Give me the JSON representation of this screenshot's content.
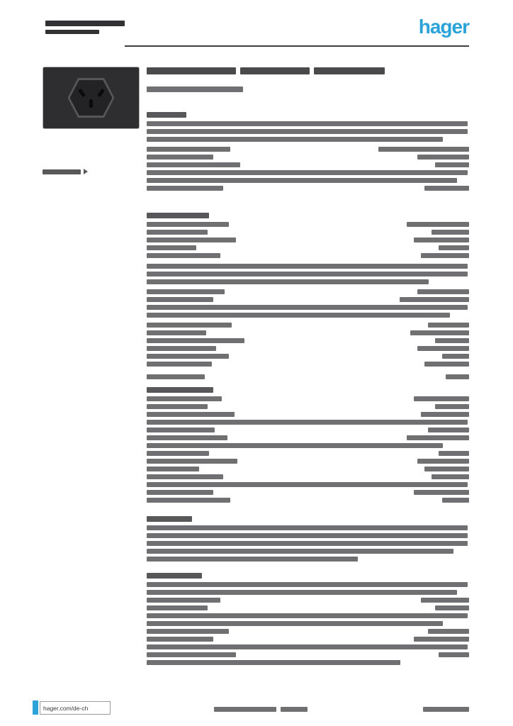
{
  "brand": {
    "logo_text": "hager",
    "logo_color": "#2BA3D8"
  },
  "footer": {
    "website": "hager.com/de-ch"
  },
  "product_image": {
    "alt": "Black Swiss socket outlet (hexagonal recess, three pin holes)"
  },
  "tones": {
    "ink": "#323234",
    "title": "#4a4a4c",
    "dark": "#58585a",
    "mid": "#707072"
  },
  "redacted_bars": [
    [
      64,
      29,
      112,
      8,
      "ink"
    ],
    [
      64,
      42,
      76,
      6,
      "ink"
    ],
    [
      207,
      95,
      126,
      10,
      "title"
    ],
    [
      339,
      95,
      98,
      10,
      "title"
    ],
    [
      443,
      95,
      100,
      10,
      "title"
    ],
    [
      207,
      122,
      136,
      8,
      "mid"
    ],
    [
      207,
      158,
      56,
      8,
      "dark"
    ],
    [
      207,
      171,
      453,
      7,
      "mid"
    ],
    [
      207,
      182,
      453,
      7,
      "mid"
    ],
    [
      207,
      193,
      418,
      7,
      "mid"
    ],
    [
      207,
      207,
      118,
      7,
      "mid"
    ],
    [
      534,
      207,
      128,
      7,
      "mid"
    ],
    [
      207,
      218,
      94,
      7,
      "mid"
    ],
    [
      589,
      218,
      73,
      7,
      "mid"
    ],
    [
      207,
      229,
      132,
      7,
      "mid"
    ],
    [
      614,
      229,
      48,
      7,
      "mid"
    ],
    [
      207,
      240,
      453,
      7,
      "mid"
    ],
    [
      207,
      251,
      438,
      7,
      "mid"
    ],
    [
      207,
      262,
      108,
      7,
      "mid"
    ],
    [
      599,
      262,
      63,
      7,
      "mid"
    ],
    [
      207,
      300,
      88,
      8,
      "dark"
    ],
    [
      207,
      313,
      116,
      7,
      "mid"
    ],
    [
      574,
      313,
      88,
      7,
      "mid"
    ],
    [
      207,
      324,
      86,
      7,
      "mid"
    ],
    [
      609,
      324,
      53,
      7,
      "mid"
    ],
    [
      207,
      335,
      126,
      7,
      "mid"
    ],
    [
      584,
      335,
      78,
      7,
      "mid"
    ],
    [
      207,
      346,
      70,
      7,
      "mid"
    ],
    [
      619,
      346,
      43,
      7,
      "mid"
    ],
    [
      207,
      357,
      104,
      7,
      "mid"
    ],
    [
      594,
      357,
      68,
      7,
      "mid"
    ],
    [
      207,
      372,
      453,
      7,
      "mid"
    ],
    [
      207,
      383,
      453,
      7,
      "mid"
    ],
    [
      207,
      394,
      398,
      7,
      "mid"
    ],
    [
      207,
      408,
      110,
      7,
      "mid"
    ],
    [
      589,
      408,
      73,
      7,
      "mid"
    ],
    [
      207,
      419,
      94,
      7,
      "mid"
    ],
    [
      564,
      419,
      98,
      7,
      "mid"
    ],
    [
      207,
      430,
      453,
      7,
      "mid"
    ],
    [
      207,
      441,
      428,
      7,
      "mid"
    ],
    [
      207,
      455,
      120,
      7,
      "mid"
    ],
    [
      604,
      455,
      58,
      7,
      "mid"
    ],
    [
      207,
      466,
      84,
      7,
      "mid"
    ],
    [
      579,
      466,
      83,
      7,
      "mid"
    ],
    [
      207,
      477,
      138,
      7,
      "mid"
    ],
    [
      614,
      477,
      48,
      7,
      "mid"
    ],
    [
      207,
      488,
      98,
      7,
      "mid"
    ],
    [
      589,
      488,
      73,
      7,
      "mid"
    ],
    [
      207,
      499,
      116,
      7,
      "mid"
    ],
    [
      624,
      499,
      38,
      7,
      "mid"
    ],
    [
      207,
      510,
      92,
      7,
      "mid"
    ],
    [
      599,
      510,
      63,
      7,
      "mid"
    ],
    [
      207,
      528,
      82,
      7,
      "mid"
    ],
    [
      629,
      528,
      33,
      7,
      "mid"
    ],
    [
      207,
      546,
      94,
      8,
      "dark"
    ],
    [
      207,
      559,
      106,
      7,
      "mid"
    ],
    [
      584,
      559,
      78,
      7,
      "mid"
    ],
    [
      207,
      570,
      86,
      7,
      "mid"
    ],
    [
      614,
      570,
      48,
      7,
      "mid"
    ],
    [
      207,
      581,
      124,
      7,
      "mid"
    ],
    [
      594,
      581,
      68,
      7,
      "mid"
    ],
    [
      207,
      592,
      453,
      7,
      "mid"
    ],
    [
      207,
      603,
      96,
      7,
      "mid"
    ],
    [
      604,
      603,
      58,
      7,
      "mid"
    ],
    [
      207,
      614,
      114,
      7,
      "mid"
    ],
    [
      574,
      614,
      88,
      7,
      "mid"
    ],
    [
      207,
      625,
      418,
      7,
      "mid"
    ],
    [
      207,
      636,
      88,
      7,
      "mid"
    ],
    [
      619,
      636,
      43,
      7,
      "mid"
    ],
    [
      207,
      647,
      128,
      7,
      "mid"
    ],
    [
      589,
      647,
      73,
      7,
      "mid"
    ],
    [
      207,
      658,
      74,
      7,
      "mid"
    ],
    [
      599,
      658,
      63,
      7,
      "mid"
    ],
    [
      207,
      669,
      108,
      7,
      "mid"
    ],
    [
      609,
      669,
      53,
      7,
      "mid"
    ],
    [
      207,
      680,
      453,
      7,
      "mid"
    ],
    [
      207,
      691,
      94,
      7,
      "mid"
    ],
    [
      584,
      691,
      78,
      7,
      "mid"
    ],
    [
      207,
      702,
      118,
      7,
      "mid"
    ],
    [
      624,
      702,
      38,
      7,
      "mid"
    ],
    [
      207,
      728,
      64,
      8,
      "dark"
    ],
    [
      207,
      741,
      453,
      7,
      "mid"
    ],
    [
      207,
      752,
      453,
      7,
      "mid"
    ],
    [
      207,
      763,
      453,
      7,
      "mid"
    ],
    [
      207,
      774,
      433,
      7,
      "mid"
    ],
    [
      207,
      785,
      298,
      7,
      "mid"
    ],
    [
      207,
      808,
      78,
      8,
      "dark"
    ],
    [
      207,
      821,
      453,
      7,
      "mid"
    ],
    [
      207,
      832,
      438,
      7,
      "mid"
    ],
    [
      207,
      843,
      104,
      7,
      "mid"
    ],
    [
      594,
      843,
      68,
      7,
      "mid"
    ],
    [
      207,
      854,
      86,
      7,
      "mid"
    ],
    [
      614,
      854,
      48,
      7,
      "mid"
    ],
    [
      207,
      865,
      453,
      7,
      "mid"
    ],
    [
      207,
      876,
      418,
      7,
      "mid"
    ],
    [
      207,
      887,
      116,
      7,
      "mid"
    ],
    [
      604,
      887,
      58,
      7,
      "mid"
    ],
    [
      207,
      898,
      94,
      7,
      "mid"
    ],
    [
      584,
      898,
      78,
      7,
      "mid"
    ],
    [
      207,
      909,
      453,
      7,
      "mid"
    ],
    [
      207,
      920,
      126,
      7,
      "mid"
    ],
    [
      619,
      920,
      43,
      7,
      "mid"
    ],
    [
      207,
      931,
      358,
      7,
      "mid"
    ],
    [
      60,
      239,
      54,
      7,
      "dark"
    ],
    [
      302,
      997,
      88,
      7,
      "mid"
    ],
    [
      396,
      997,
      38,
      7,
      "mid"
    ],
    [
      597,
      997,
      65,
      7,
      "mid"
    ]
  ]
}
